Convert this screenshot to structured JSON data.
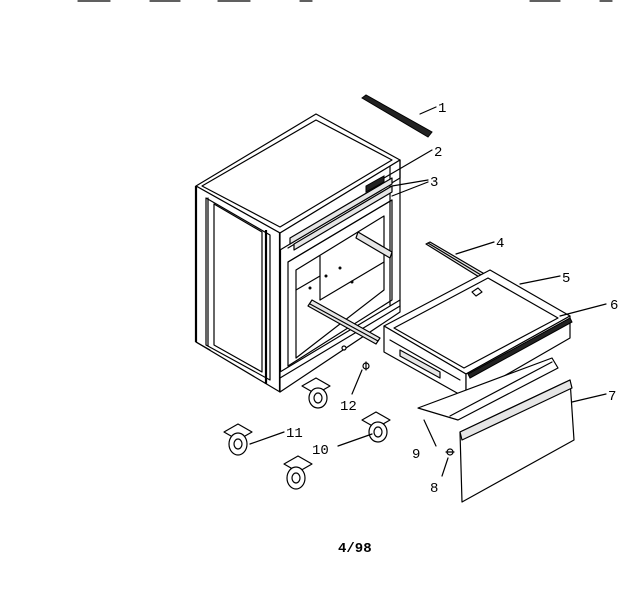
{
  "parts": [
    {
      "id": "part-1",
      "label": "1"
    },
    {
      "id": "part-2",
      "label": "2"
    },
    {
      "id": "part-3",
      "label": "3"
    },
    {
      "id": "part-4",
      "label": "4"
    },
    {
      "id": "part-5",
      "label": "5"
    },
    {
      "id": "part-6",
      "label": "6"
    },
    {
      "id": "part-7",
      "label": "7"
    },
    {
      "id": "part-8",
      "label": "8"
    },
    {
      "id": "part-9",
      "label": "9"
    },
    {
      "id": "part-10",
      "label": "10"
    },
    {
      "id": "part-11",
      "label": "11"
    },
    {
      "id": "part-12",
      "label": "12"
    }
  ],
  "footer": {
    "date_code": "4/98"
  }
}
